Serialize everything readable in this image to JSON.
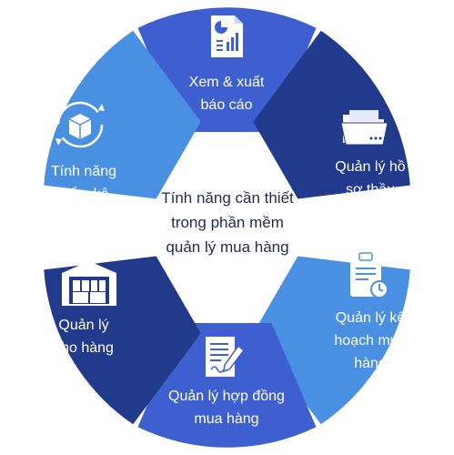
{
  "center_title": "Tính năng cần thiết\ntrong phần mềm\nquản lý mua hàng",
  "colors": {
    "light_blue": "#4a90e2",
    "royal_blue": "#3d5fcf",
    "dark_navy": "#213a8c",
    "white": "#ffffff",
    "center_text": "#1f2b4d"
  },
  "segments": [
    {
      "label": "Xem & xuất\nbáo cáo",
      "icon": "report-chart-icon"
    },
    {
      "label": "Quản lý hồ\nsơ thầu",
      "icon": "folder-icon"
    },
    {
      "label": "Quản lý kế\nhoạch mua\nhàng",
      "icon": "clipboard-clock-icon"
    },
    {
      "label": "Quản lý hợp đồng\nmua hàng",
      "icon": "contract-pen-icon"
    },
    {
      "label": "Quản lý\nkho hàng",
      "icon": "warehouse-icon"
    },
    {
      "label": "Tính năng\nkiểm kê",
      "icon": "box-cycle-icon"
    }
  ]
}
